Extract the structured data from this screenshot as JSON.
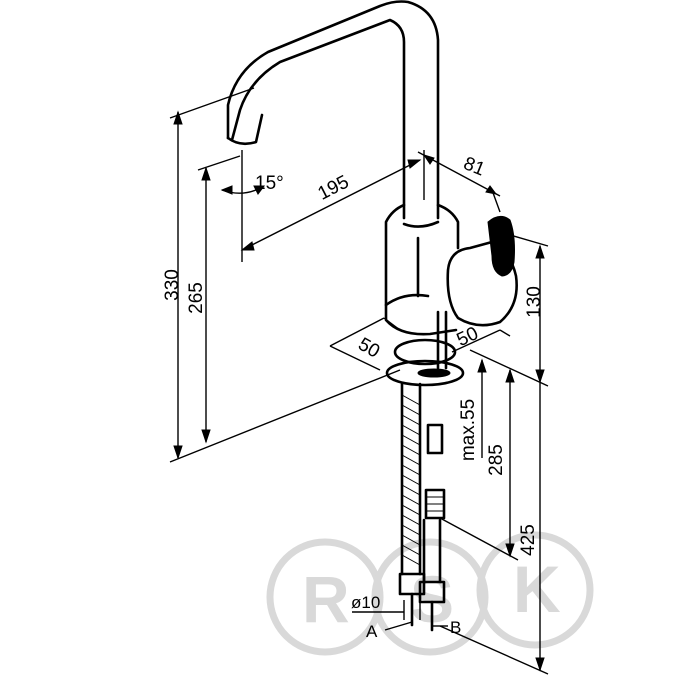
{
  "dimensions": {
    "overall_height": "330",
    "spout_height": "265",
    "spout_reach": "195",
    "body_depth": "81",
    "angle": "15°",
    "body_height": "130",
    "base_left": "50",
    "base_right": "50",
    "max_deck": "max.55",
    "hose_length_1": "285",
    "hose_length_2": "425",
    "hose_diameter": "ø10"
  },
  "connections": {
    "a": "A",
    "b": "B"
  },
  "watermark": {
    "letters": [
      "R",
      "S",
      "K"
    ]
  }
}
